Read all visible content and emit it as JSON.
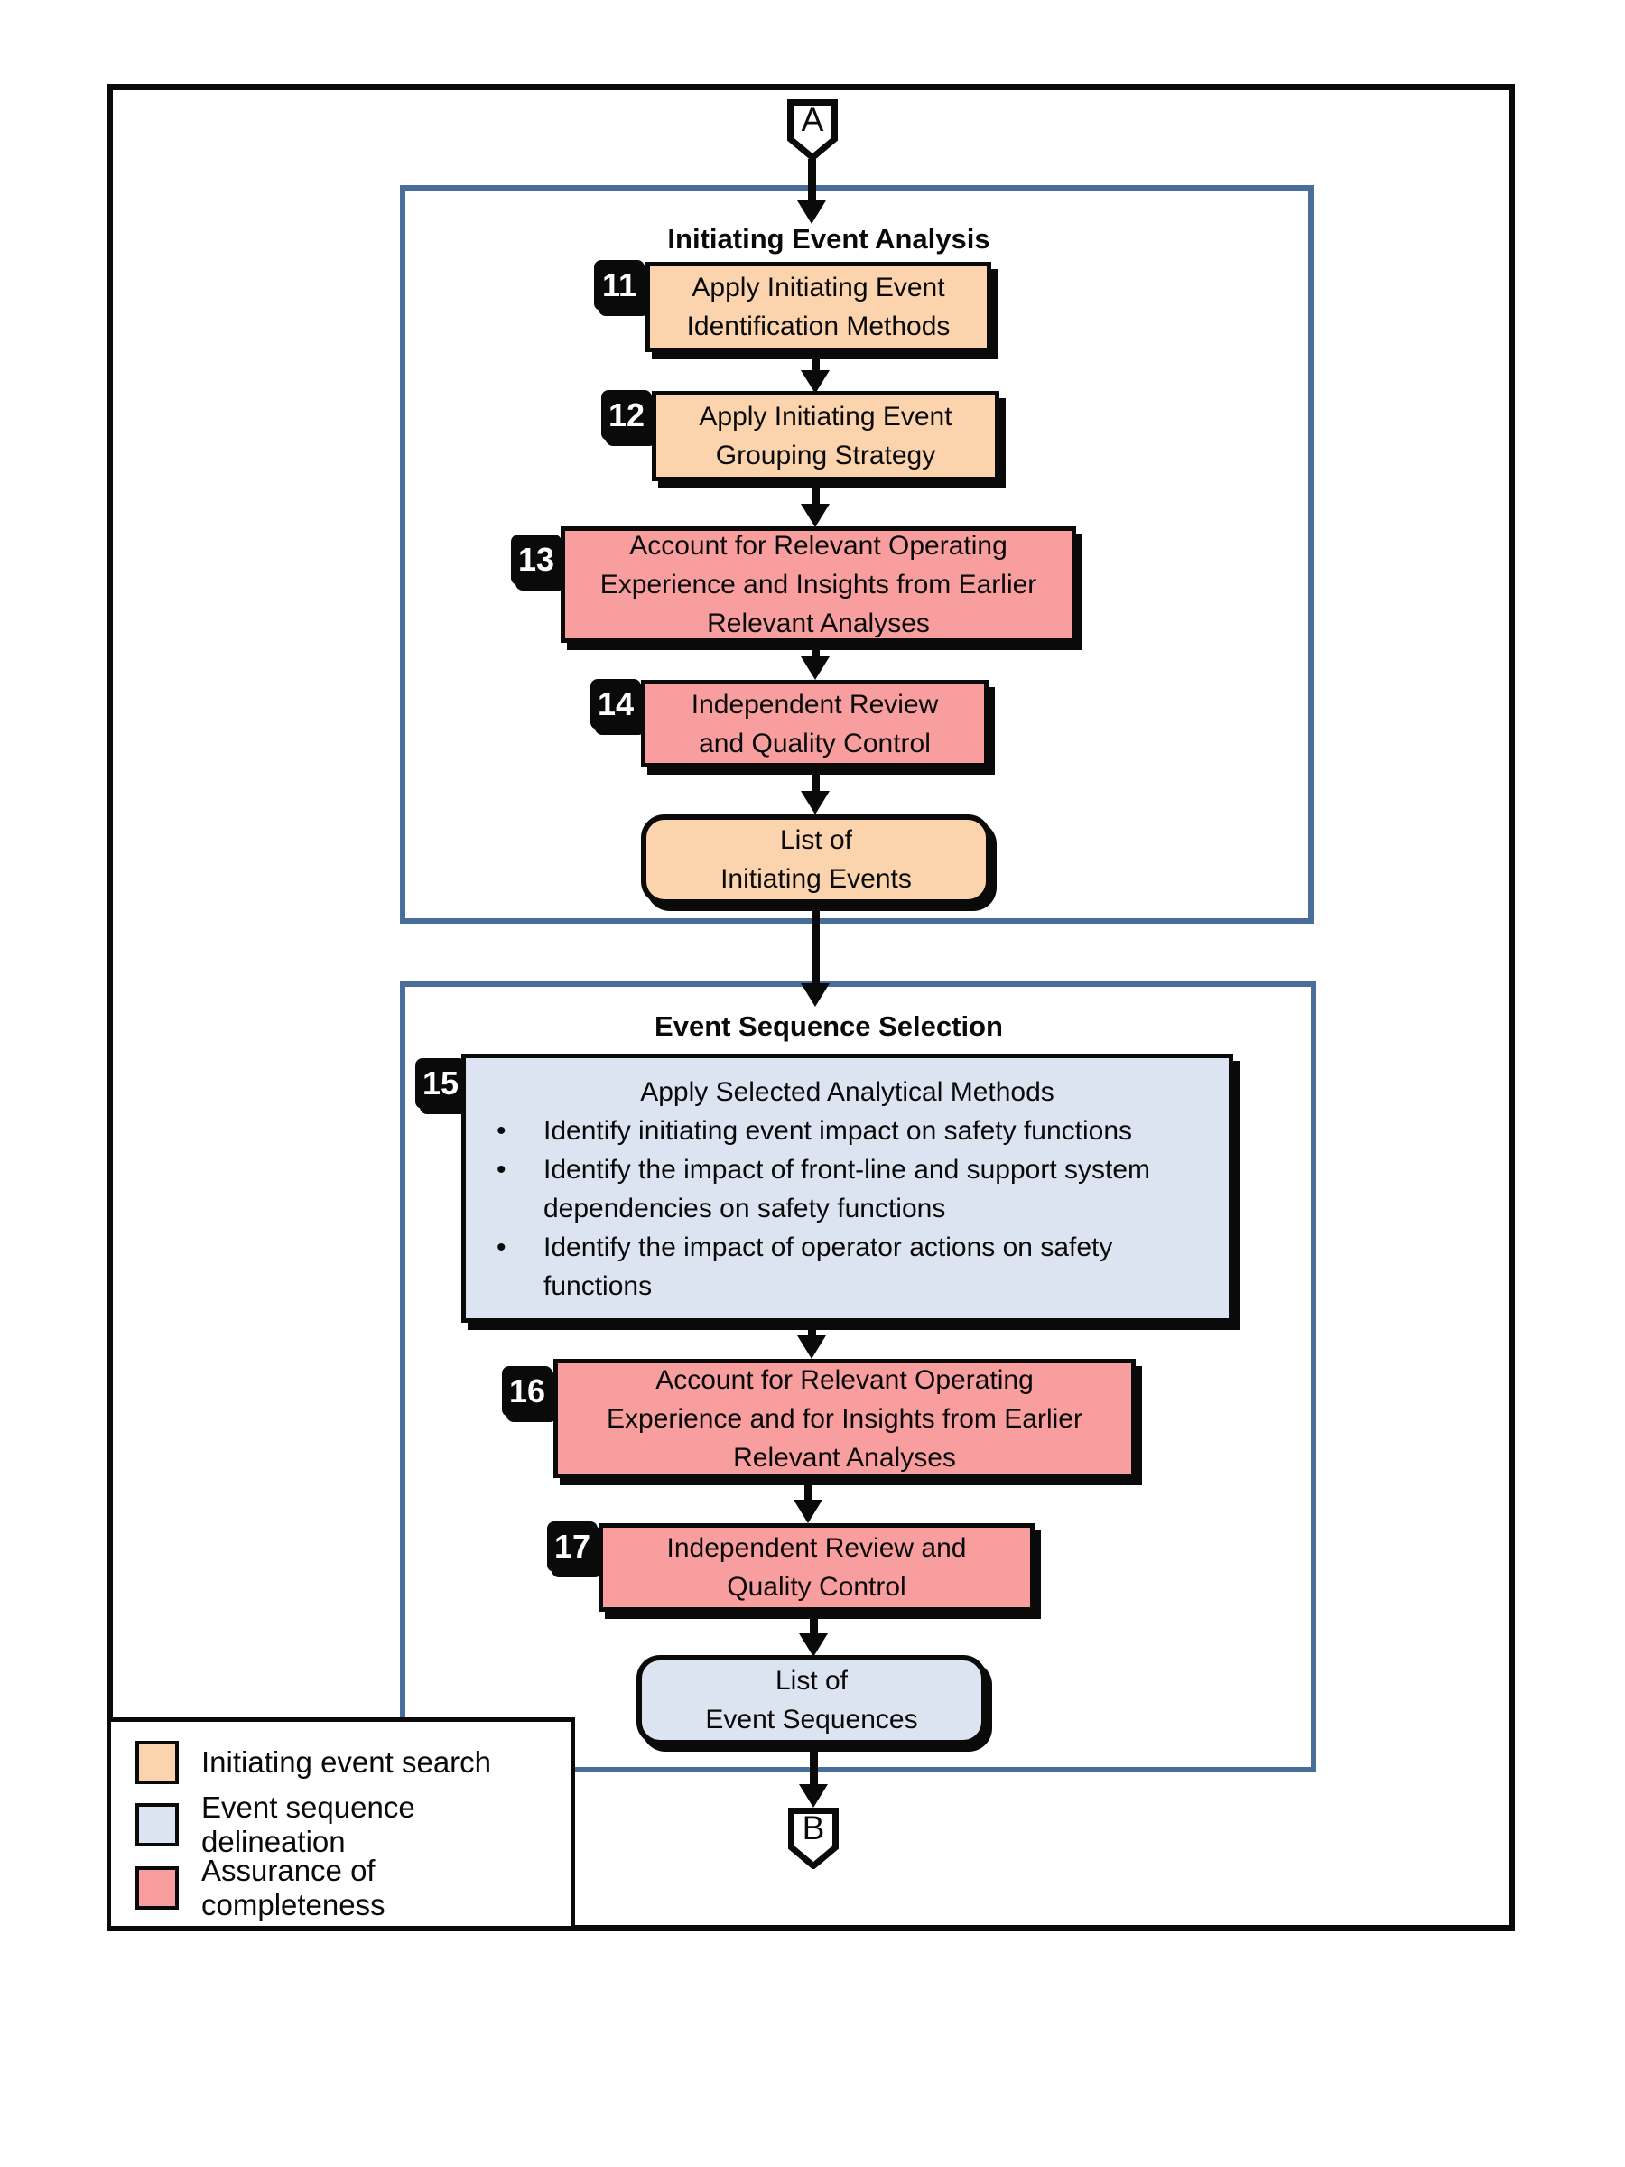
{
  "glyphs": {
    "bullet": "•"
  },
  "connector_top": {
    "label": "A"
  },
  "connector_bottom": {
    "label": "B"
  },
  "section1": {
    "title": "Initiating Event Analysis",
    "step11": {
      "num": "11",
      "line1": "Apply Initiating Event",
      "line2": "Identification Methods"
    },
    "step12": {
      "num": "12",
      "line1": "Apply Initiating Event",
      "line2": "Grouping Strategy"
    },
    "step13": {
      "num": "13",
      "line1": "Account for Relevant Operating",
      "line2": "Experience and Insights from Earlier",
      "line3": "Relevant Analyses"
    },
    "step14": {
      "num": "14",
      "line1": "Independent Review",
      "line2": "and Quality Control"
    },
    "output": {
      "line1": "List of",
      "line2": "Initiating Events"
    }
  },
  "section2": {
    "title": "Event Sequence Selection",
    "step15": {
      "num": "15",
      "heading": "Apply Selected Analytical Methods",
      "bullet1": "Identify initiating event impact on safety functions",
      "bullet2": "Identify the impact of front-line and support system dependencies on safety functions",
      "bullet3": "Identify the impact of operator actions on safety functions"
    },
    "step16": {
      "num": "16",
      "line1": "Account for Relevant Operating",
      "line2": "Experience and for Insights from Earlier",
      "line3": "Relevant Analyses"
    },
    "step17": {
      "num": "17",
      "line1": "Independent Review and",
      "line2": "Quality Control"
    },
    "output": {
      "line1": "List of",
      "line2": "Event Sequences"
    }
  },
  "legend": {
    "item1": {
      "label": "Initiating event search",
      "color": "#FBD4AD"
    },
    "item2": {
      "label": "Event sequence delineation",
      "color": "#DCE4F1"
    },
    "item3": {
      "label": "Assurance of completeness",
      "color": "#F89E9E"
    }
  },
  "colors": {
    "section_border": "#4A6E9B",
    "line": "#0A0A0A"
  }
}
